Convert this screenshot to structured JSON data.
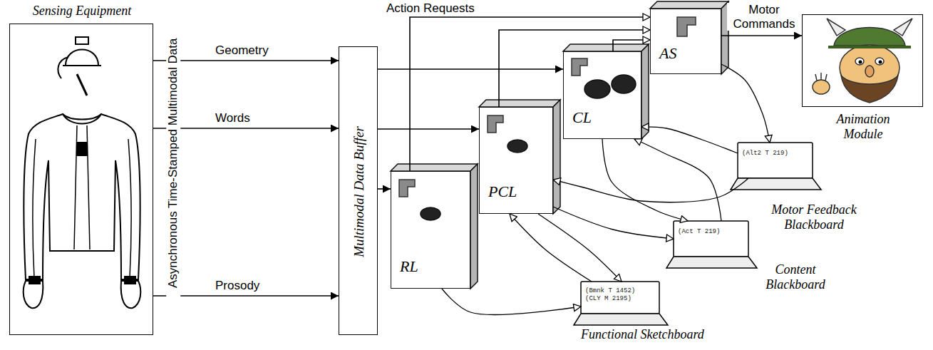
{
  "diagram": {
    "nodes": [
      {
        "text": [
          "Sensing Equipment"
        ]
      },
      {
        "text": [
          "Multimodal Data Buffer"
        ]
      },
      {
        "text": [
          "RL"
        ]
      },
      {
        "text": [
          "PCL"
        ]
      },
      {
        "text": [
          "CL"
        ]
      },
      {
        "text": [
          "AS"
        ]
      },
      {
        "text": [
          "Animation Module"
        ]
      },
      {
        "text": [
          "(Alt2 T 219)",
          "Motor Feedback Blackboard"
        ]
      },
      {
        "text": [
          "(Act T 219)",
          "Content Blackboard"
        ]
      },
      {
        "text": [
          "(Bmnk T 1452) (CLY M 2195)",
          "Functional Sketchboard"
        ]
      }
    ],
    "edges": [
      {
        "from": 0,
        "to": 1,
        "label": "Geometry",
        "arrow": "to"
      },
      {
        "from": 0,
        "to": 1,
        "label": "Words",
        "arrow": "to"
      },
      {
        "from": 0,
        "to": 1,
        "label": "Prosody",
        "arrow": "to"
      },
      {
        "from": 1,
        "to": 4,
        "arrow": "to"
      },
      {
        "from": 1,
        "to": 3,
        "arrow": "to"
      },
      {
        "from": 1,
        "to": 2,
        "arrow": "to"
      },
      {
        "from": 2,
        "to": 5,
        "label": "Action Requests",
        "arrow": "to"
      },
      {
        "from": 3,
        "to": 5,
        "arrow": "to"
      },
      {
        "from": 4,
        "to": 5,
        "arrow": "to"
      },
      {
        "from": 5,
        "to": 6,
        "label": "Motor Commands",
        "arrow": "to"
      },
      {
        "from": 5,
        "to": 7,
        "arrow": "to"
      },
      {
        "from": 7,
        "to": 4,
        "arrow": "to"
      },
      {
        "from": 7,
        "to": 3,
        "arrow": "to"
      },
      {
        "from": 4,
        "to": 8,
        "arrow": "to"
      },
      {
        "from": 8,
        "to": 4,
        "arrow": "to"
      },
      {
        "from": 3,
        "to": 8,
        "arrow": "to"
      },
      {
        "from": 2,
        "to": 9,
        "arrow": "to"
      },
      {
        "from": 9,
        "to": 3,
        "arrow": "to"
      },
      {
        "from": 3,
        "to": 9,
        "arrow": "to"
      }
    ],
    "labels": [
      "Asynchronous Time-Stamped Multimodal Data"
    ]
  }
}
